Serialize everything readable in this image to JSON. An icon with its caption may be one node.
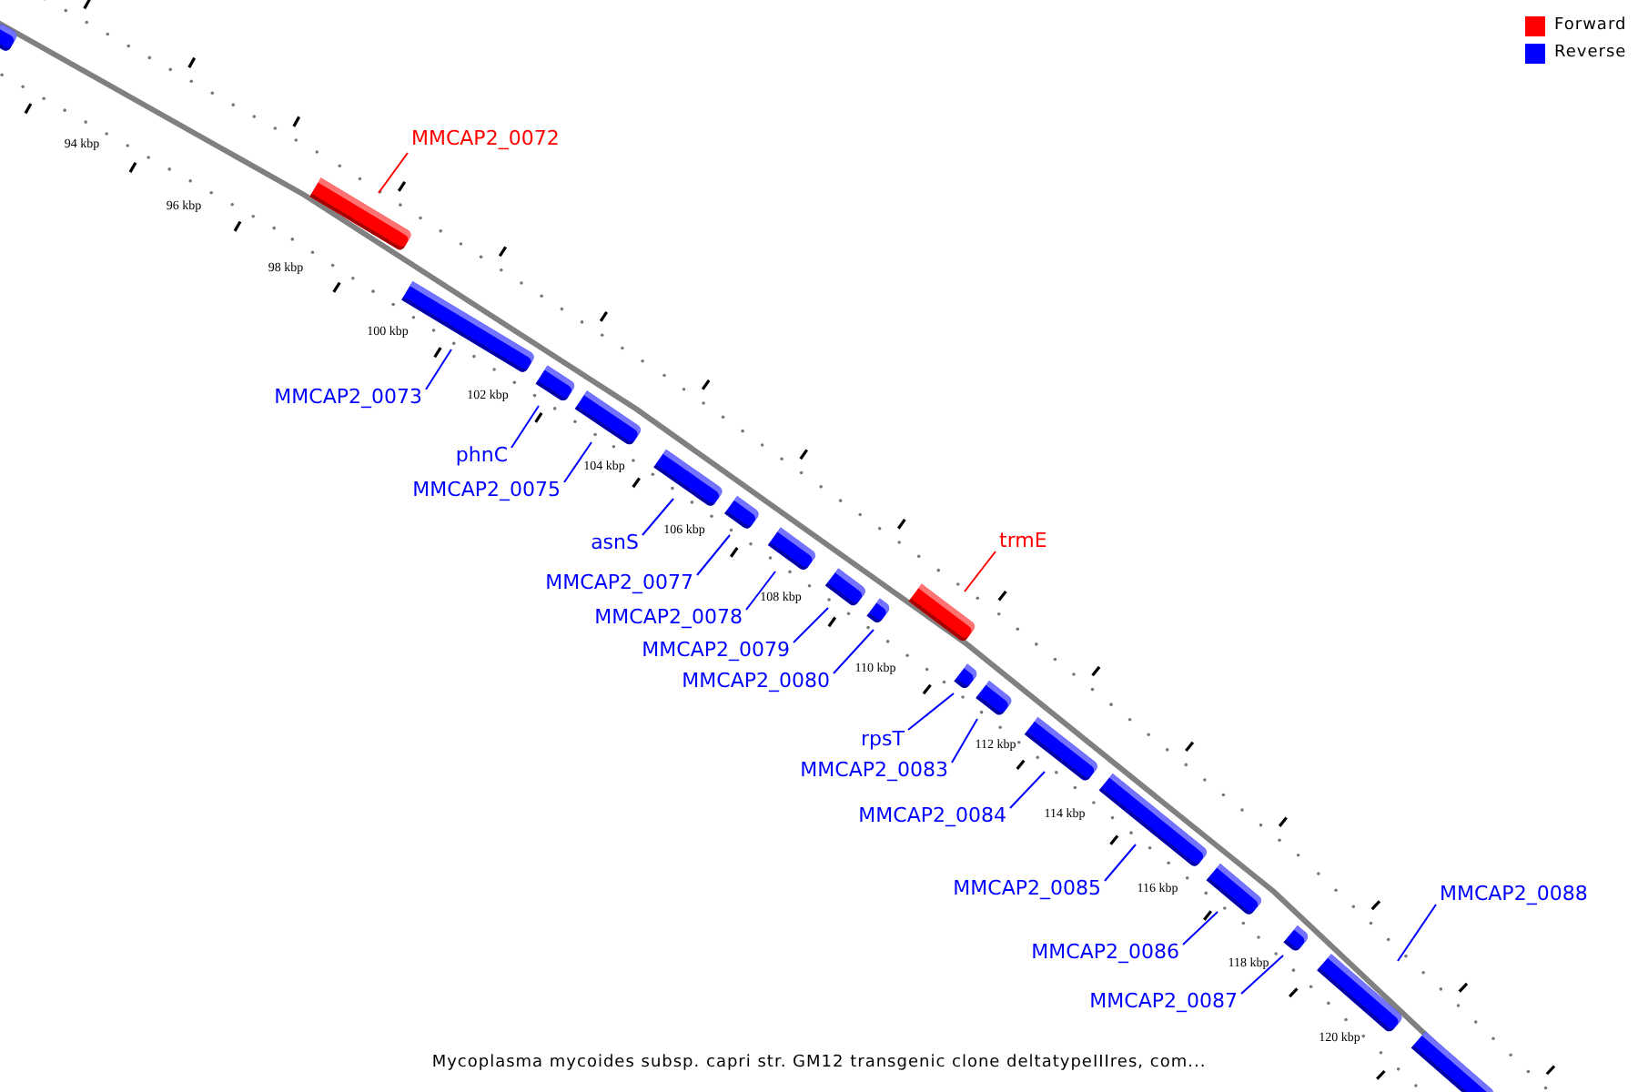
{
  "diagram": {
    "caption": "Mycoplasma mycoides subsp. capri str. GM12 transgenic clone deltatypeIIIres, com...",
    "nodes": [
      {
        "text": [],
        "shape": "bar"
      },
      {
        "text": [
          "MMCAP2_0072"
        ]
      },
      {
        "text": [],
        "shape": "bar"
      },
      {
        "text": [
          "MMCAP2_0073"
        ]
      },
      {
        "text": [],
        "shape": "bar"
      },
      {
        "text": [
          "phnC"
        ]
      },
      {
        "text": [],
        "shape": "bar"
      },
      {
        "text": [
          "MMCAP2_0075"
        ]
      },
      {
        "text": [],
        "shape": "bar"
      },
      {
        "text": [
          "asnS"
        ]
      },
      {
        "text": [],
        "shape": "bar"
      },
      {
        "text": [
          "MMCAP2_0077"
        ]
      },
      {
        "text": [],
        "shape": "bar"
      },
      {
        "text": [
          "MMCAP2_0078"
        ]
      },
      {
        "text": [],
        "shape": "bar"
      },
      {
        "text": [
          "MMCAP2_0079"
        ]
      },
      {
        "text": [],
        "shape": "bar"
      },
      {
        "text": [
          "MMCAP2_0080"
        ]
      },
      {
        "text": [],
        "shape": "bar"
      },
      {
        "text": [
          "trmE"
        ]
      },
      {
        "text": [],
        "shape": "bar"
      },
      {
        "text": [
          "rpsT"
        ]
      },
      {
        "text": [],
        "shape": "bar"
      },
      {
        "text": [
          "MMCAP2_0083"
        ]
      },
      {
        "text": [],
        "shape": "bar"
      },
      {
        "text": [
          "MMCAP2_0084"
        ]
      },
      {
        "text": [],
        "shape": "bar"
      },
      {
        "text": [
          "MMCAP2_0085"
        ]
      },
      {
        "text": [],
        "shape": "bar"
      },
      {
        "text": [
          "MMCAP2_0086"
        ]
      },
      {
        "text": [],
        "shape": "bar"
      },
      {
        "text": [
          "MMCAP2_0087"
        ]
      },
      {
        "text": [],
        "shape": "bar"
      },
      {
        "text": [
          "MMCAP2_0088"
        ]
      },
      {
        "text": [],
        "shape": "bar"
      },
      {
        "text": [],
        "shape": "bar"
      }
    ],
    "edges": [
      {
        "from": 1,
        "to": 2,
        "arrow": "none",
        "color": "#ff0000"
      },
      {
        "from": 3,
        "to": 4,
        "arrow": "none"
      },
      {
        "from": 5,
        "to": 6,
        "arrow": "none"
      },
      {
        "from": 7,
        "to": 8,
        "arrow": "none"
      },
      {
        "from": 9,
        "to": 10,
        "arrow": "none"
      },
      {
        "from": 11,
        "to": 12,
        "arrow": "none"
      },
      {
        "from": 13,
        "to": 14,
        "arrow": "none"
      },
      {
        "from": 15,
        "to": 16,
        "arrow": "none"
      },
      {
        "from": 17,
        "to": 18,
        "arrow": "none"
      },
      {
        "from": 19,
        "to": 20,
        "arrow": "none",
        "color": "#ff0000"
      },
      {
        "from": 21,
        "to": 22,
        "arrow": "none"
      },
      {
        "from": 23,
        "to": 24,
        "arrow": "none"
      },
      {
        "from": 25,
        "to": 26,
        "arrow": "none"
      },
      {
        "from": 27,
        "to": 28,
        "arrow": "none"
      },
      {
        "from": 29,
        "to": 30,
        "arrow": "none"
      },
      {
        "from": 31,
        "to": 32,
        "arrow": "none"
      },
      {
        "from": 33,
        "to": 34,
        "arrow": "none"
      }
    ],
    "labels": [
      "94 kbp",
      "96 kbp",
      "98 kbp",
      "100 kbp",
      "102 kbp",
      "104 kbp",
      "106 kbp",
      "108 kbp",
      "110 kbp",
      "112 kbp",
      "114 kbp",
      "116 kbp",
      "118 kbp",
      "120 kbp"
    ],
    "legend": [
      {
        "text": "Forward",
        "color": "#ff0000"
      },
      {
        "text": "Reverse",
        "color": "#0000ff"
      }
    ]
  }
}
